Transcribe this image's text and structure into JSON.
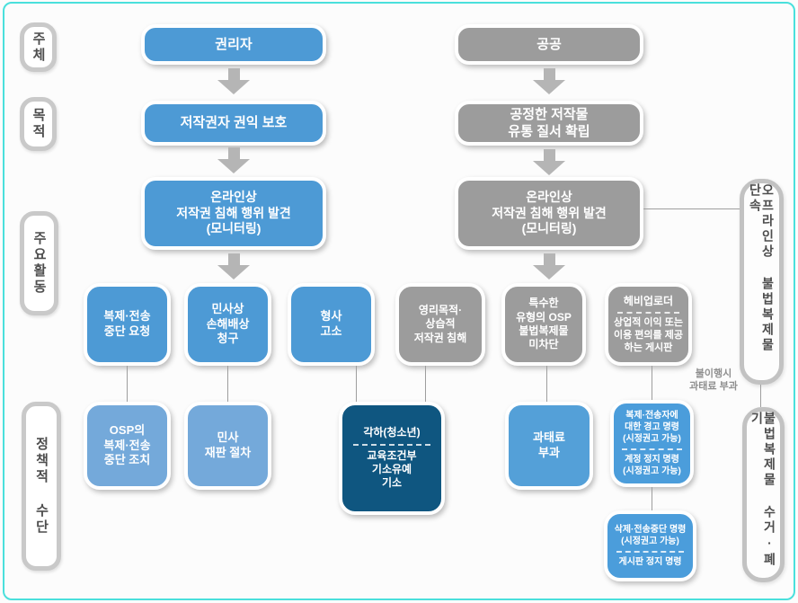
{
  "stage_labels": {
    "subject": "주체",
    "purpose": "목적",
    "activity": "주요활동",
    "policy": "정책적 수단"
  },
  "rights_flow": {
    "subject": "권리자",
    "purpose": "저작권자 권익 보호",
    "monitoring": "온라인상\n저작권 침해 행위 발견\n(모니터링)"
  },
  "public_flow": {
    "subject": "공공",
    "purpose": "공정한 저작물\n유통 질서 확립",
    "monitoring": "온라인상\n저작권 침해 행위 발견\n(모니터링)"
  },
  "activity_boxes": {
    "stop_request": "복제·전송\n중단 요청",
    "civil_claim": "민사상\n손해배상\n청구",
    "criminal_complaint": "형사\n고소",
    "commercial_infringement": "영리목적·\n상습적\n저작권 침해",
    "osp_unblocked": "특수한\n유형의 OSP\n불법복제물\n미차단",
    "heavy_uploader_title": "헤비업로더",
    "heavy_uploader_body": "상업적 이익 또는\n이용 편의를 제공\n하는 게시판"
  },
  "measure_boxes": {
    "osp_action": "OSP의\n복제·전송\n중단 조치",
    "civil_trial": "민사\n재판 절차",
    "prosecution_title": "각하(청소년)",
    "prosecution_body": "교육조건부\n기소유예\n기소",
    "fine": "과태료\n부과",
    "warning_order_top": "복제·전송자에\n대한 경고 명령\n(시정권고 가능)",
    "warning_order_bottom": "계정 정지 명령\n(시정권고 가능)",
    "delete_order_top": "삭제·전송중단 명령\n(시정권고 가능)",
    "delete_order_bottom": "게시판 정지 명령"
  },
  "side_boxes": {
    "offline_crackdown": "오프라인상 불법복제물 단속",
    "collect_dispose": "불법복제물 수거·폐기"
  },
  "annotations": {
    "noncompliance_note": "불이행시\n과태료 부과"
  },
  "colors": {
    "blue": "#4d9ad5",
    "light_blue": "#74a9da",
    "bright_blue": "#4b9ddb",
    "gray": "#9c9c9c",
    "dark_navy": "#0f5680",
    "frame_cyan": "#4ae0dc"
  }
}
